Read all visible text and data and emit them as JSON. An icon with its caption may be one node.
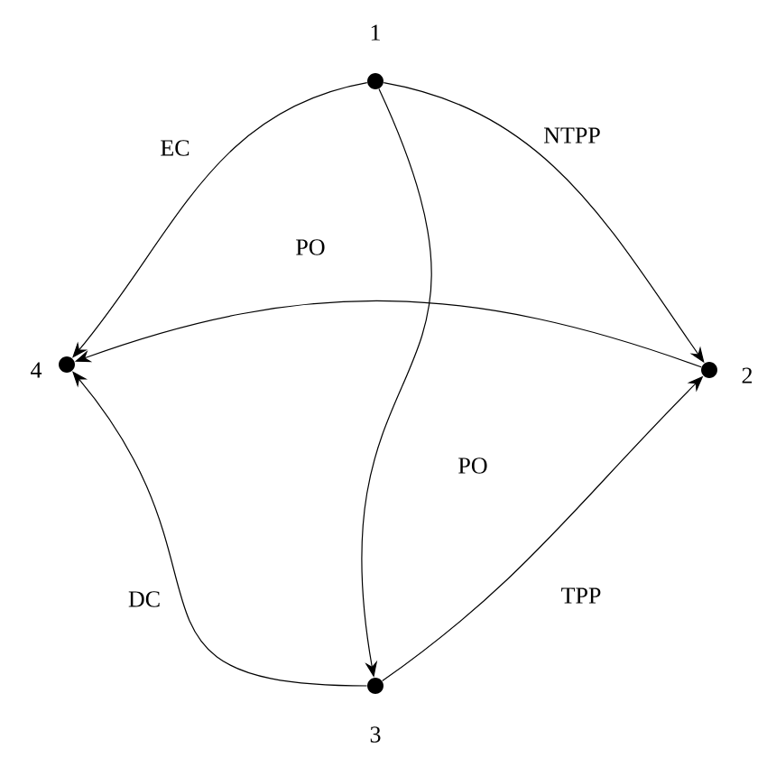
{
  "diagram": {
    "nodes": [
      {
        "text": [],
        "shape": "circle",
        "beside": [
          "1"
        ]
      },
      {
        "text": [],
        "shape": "circle",
        "beside": [
          "2"
        ]
      },
      {
        "text": [],
        "shape": "circle",
        "beside": [
          "3"
        ]
      },
      {
        "text": [],
        "shape": "circle",
        "beside": [
          "4"
        ]
      }
    ],
    "edges": [
      {
        "from": 0,
        "to": 3,
        "arrow": "to",
        "label": "EC"
      },
      {
        "from": 0,
        "to": 1,
        "arrow": "to",
        "label": "NTPP"
      },
      {
        "from": 1,
        "to": 3,
        "arrow": "to",
        "label": "PO"
      },
      {
        "from": 0,
        "to": 2,
        "arrow": "to",
        "label": "PO"
      },
      {
        "from": 2,
        "to": 1,
        "arrow": "to",
        "label": "TPP"
      },
      {
        "from": 2,
        "to": 3,
        "arrow": "to",
        "label": "DC"
      }
    ]
  }
}
